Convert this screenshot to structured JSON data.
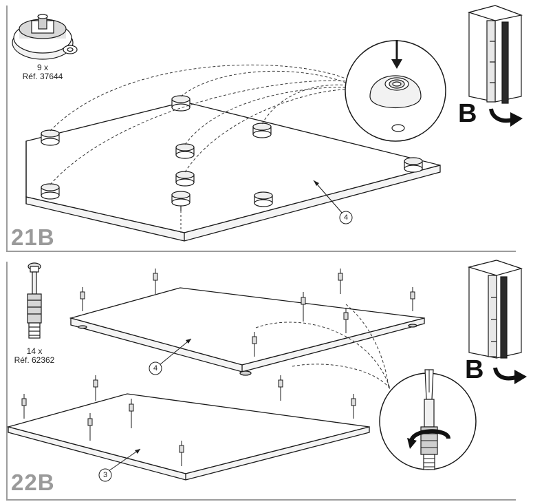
{
  "steps": [
    {
      "id": "21B",
      "label": "21B",
      "part_quantity": "9 x",
      "part_ref": "Réf. 37644",
      "board_number": "4",
      "callout_letter": "B"
    },
    {
      "id": "22B",
      "label": "22B",
      "part_quantity": "14 x",
      "part_ref": "Réf. 62362",
      "upper_board_number": "4",
      "lower_board_number": "3",
      "callout_letter": "B"
    }
  ],
  "colors": {
    "line": "#1a1a1a",
    "frame": "#9c9c9c",
    "step_label": "#9a9a9a",
    "dashed": "#333333"
  },
  "icons": [
    "foot-glide-icon",
    "dowel-screw-icon",
    "corner-cabinet-icon",
    "arrow-curved-icon",
    "screwdriver-icon"
  ]
}
